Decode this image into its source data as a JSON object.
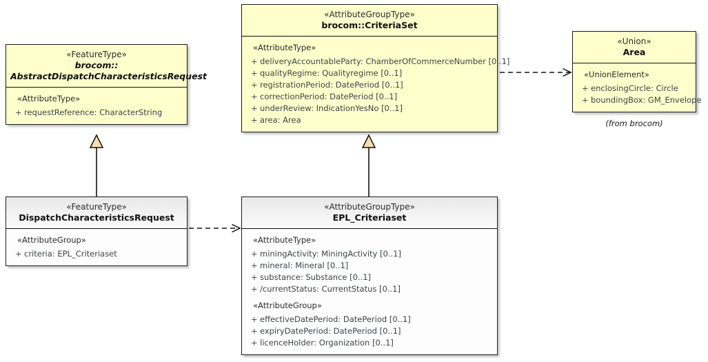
{
  "diagram": {
    "title": "UML class diagram",
    "colors": {
      "class_fill_yellow": "#ffffcc",
      "class_fill_white": "#ffffff",
      "border": "#1a1a1a",
      "generalization_fill": "#f5deb3",
      "attribute_text": "#3d4347"
    }
  },
  "classes": {
    "abstract_dispatch": {
      "stereotype": "«FeatureType»",
      "namespace": "brocom::",
      "name": "AbstractDispatchCharacteristicsRequest",
      "abstract": true,
      "groups": [
        {
          "label": "«AttributeType»",
          "attributes": [
            {
              "visibility": "+",
              "text": "requestReference: CharacterString"
            }
          ]
        }
      ]
    },
    "criteria_set": {
      "stereotype": "«AttributeGroupType»",
      "name": "brocom::CriteriaSet",
      "abstract": false,
      "groups": [
        {
          "label": "«AttributeType»",
          "attributes": [
            {
              "visibility": "+",
              "text": "deliveryAccountableParty: ChamberOfCommerceNumber [0..1]"
            },
            {
              "visibility": "+",
              "text": "qualityRegime: Qualityregime [0..1]"
            },
            {
              "visibility": "+",
              "text": "registrationPeriod: DatePeriod [0..1]"
            },
            {
              "visibility": "+",
              "text": "correctionPeriod: DatePeriod [0..1]"
            },
            {
              "visibility": "+",
              "text": "underReview: IndicationYesNo [0..1]"
            },
            {
              "visibility": "+",
              "text": "area: Area"
            }
          ]
        }
      ]
    },
    "area_union": {
      "stereotype": "«Union»",
      "name": "Area",
      "abstract": false,
      "groups": [
        {
          "label": "«UnionElement»",
          "attributes": [
            {
              "visibility": "+",
              "text": "enclosingCircle: Circle"
            },
            {
              "visibility": "+",
              "text": "boundingBox: GM_Envelope"
            }
          ]
        }
      ],
      "footnote": "(from brocom)"
    },
    "dispatch_request": {
      "stereotype": "«FeatureType»",
      "name": "DispatchCharacteristicsRequest",
      "abstract": false,
      "groups": [
        {
          "label": "«AttributeGroup»",
          "attributes": [
            {
              "visibility": "+",
              "text": "criteria: EPL_Criteriaset"
            }
          ]
        }
      ]
    },
    "epl_criteriaset": {
      "stereotype": "«AttributeGroupType»",
      "name": "EPL_Criteriaset",
      "abstract": false,
      "groups": [
        {
          "label": "«AttributeType»",
          "attributes": [
            {
              "visibility": "+",
              "text": "miningActivity: MiningActivity [0..1]"
            },
            {
              "visibility": "+",
              "text": "mineral: Mineral [0..1]"
            },
            {
              "visibility": "+",
              "text": "substance: Substance [0..1]"
            },
            {
              "visibility": "+",
              "text": "/currentStatus: CurrentStatus [0..1]"
            }
          ]
        },
        {
          "label": "«AttributeGroup»",
          "attributes": [
            {
              "visibility": "+",
              "text": "effectiveDatePeriod: DatePeriod [0..1]"
            },
            {
              "visibility": "+",
              "text": "expiryDatePeriod: DatePeriod [0..1]"
            },
            {
              "visibility": "+",
              "text": "licenceHolder: Organization [0..1]"
            }
          ]
        }
      ]
    }
  },
  "relationships": [
    {
      "kind": "generalization",
      "from": "dispatch_request",
      "to": "abstract_dispatch"
    },
    {
      "kind": "generalization",
      "from": "epl_criteriaset",
      "to": "criteria_set"
    },
    {
      "kind": "dependency",
      "from": "dispatch_request",
      "to": "epl_criteriaset"
    },
    {
      "kind": "dependency",
      "from": "criteria_set",
      "to": "area_union"
    }
  ]
}
